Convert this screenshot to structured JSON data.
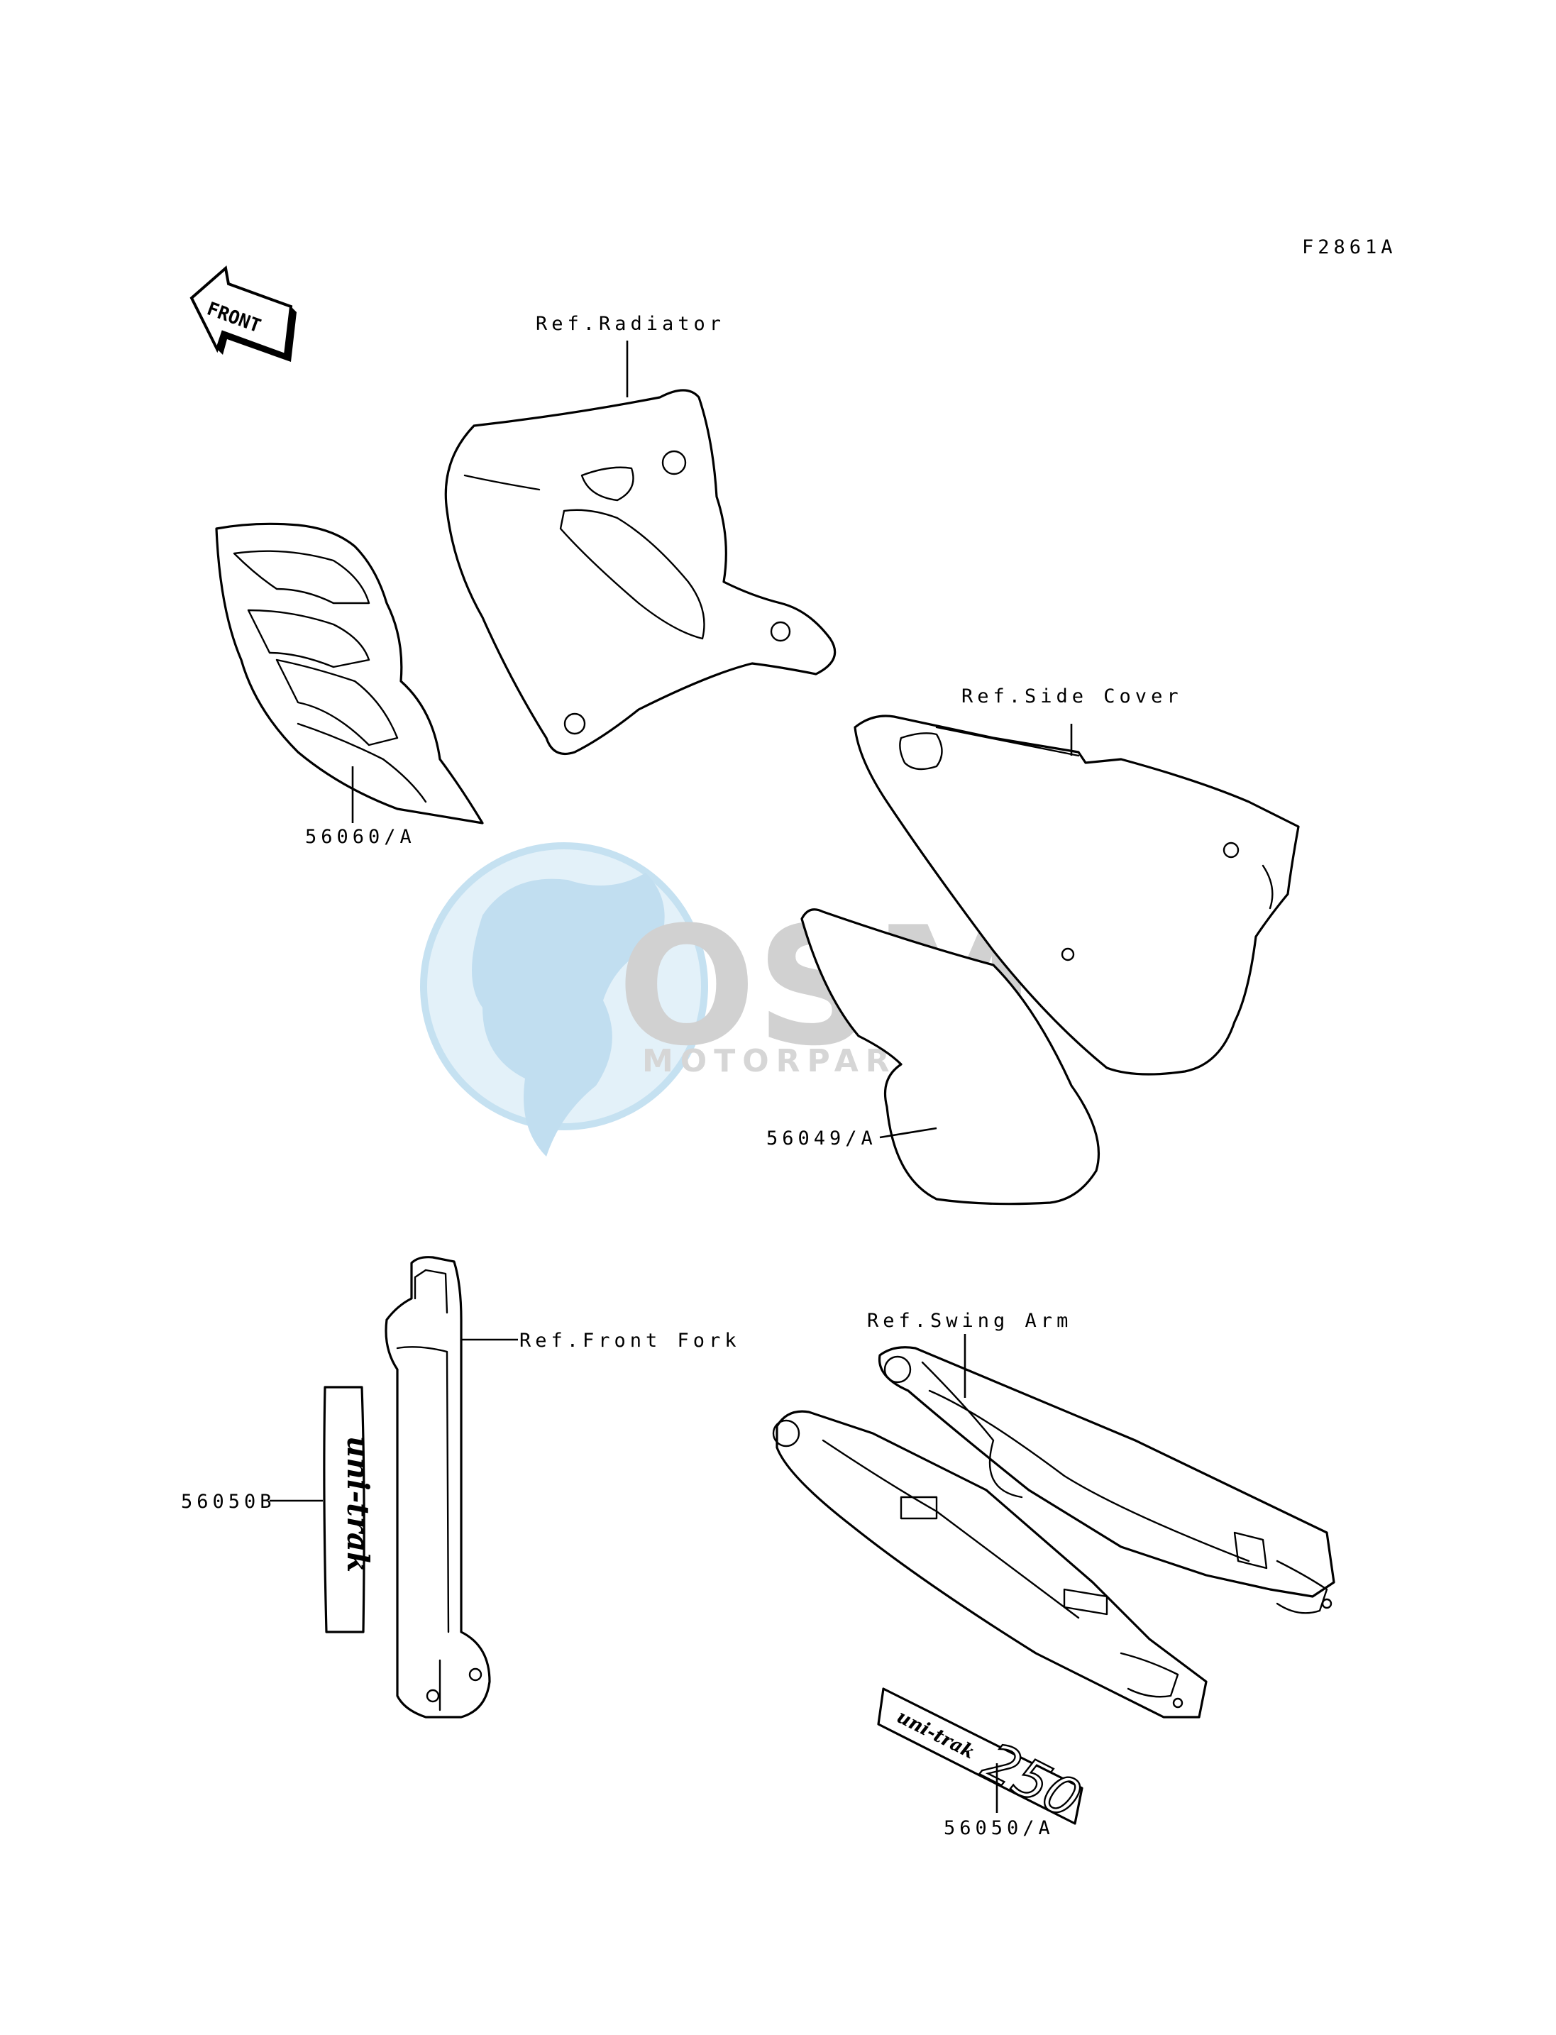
{
  "diagram": {
    "code": "F2861A",
    "front_arrow": "FRONT",
    "watermark": {
      "brand": "OSM",
      "sub": "MOTORPARTS",
      "colors": {
        "blue": "#b7d9ee",
        "gray": "#cfcfcf"
      }
    },
    "labels": {
      "radiator": "Ref.Radiator",
      "side_cover": "Ref.Side Cover",
      "front_fork": "Ref.Front Fork",
      "swing_arm": "Ref.Swing Arm",
      "p56060": "56060/A",
      "p56049": "56049/A",
      "p56050b": "56050B",
      "p56050a": "56050/A"
    },
    "decals": {
      "fork_text": "uni-trak",
      "swingarm_text": "uni-trak",
      "swingarm_number": "250"
    }
  }
}
